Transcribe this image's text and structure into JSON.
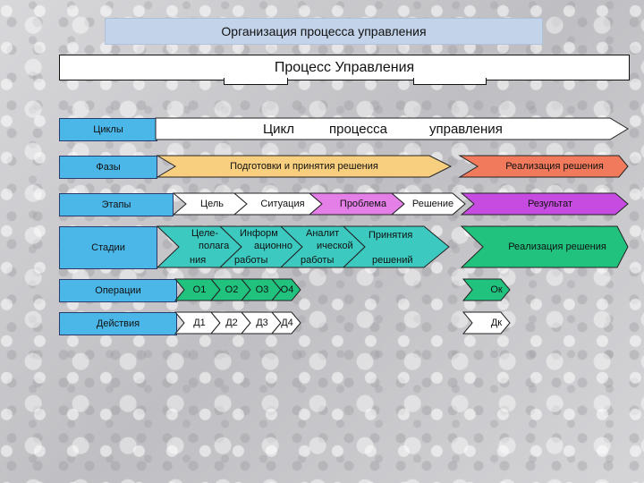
{
  "header": {
    "title": "Организация процесса управления"
  },
  "process": {
    "title": "Процесс Управления"
  },
  "rows": {
    "cycles": {
      "label": "Циклы",
      "words": [
        "Цикл",
        "процесса",
        "управления"
      ]
    },
    "phases": {
      "label": "Фазы",
      "preparation": "Подготовки и принятия решения",
      "realization": "Реализация решения"
    },
    "steps": {
      "label": "Этапы",
      "items": [
        "Цель",
        "Ситуация",
        "Проблема",
        "Решение"
      ],
      "result": "Результат"
    },
    "stages": {
      "label": "Стадии",
      "items": [
        [
          "Целе-",
          "полага",
          "ния"
        ],
        [
          "Информ",
          "ационно",
          "работы"
        ],
        [
          "Аналит",
          "ической",
          "работы"
        ],
        [
          "Принятия",
          "",
          "решений"
        ]
      ],
      "realization": "Реализация решения"
    },
    "operations": {
      "label": "Операции",
      "items": [
        "О1",
        "О2",
        "О3",
        "О4"
      ],
      "last": "Ок"
    },
    "actions": {
      "label": "Действия",
      "items": [
        "Д1",
        "Д2",
        "Д3",
        "Д4"
      ],
      "last": "Дк"
    }
  },
  "colors": {
    "label_bg": "#4bb7e8",
    "phase_prep": "#f8cf7e",
    "phase_real": "#f07a5b",
    "step_result": "#c64be0",
    "step_problem": "#e47fe8",
    "stage_teal": "#3cc9bf",
    "operation_green": "#20c27e"
  }
}
